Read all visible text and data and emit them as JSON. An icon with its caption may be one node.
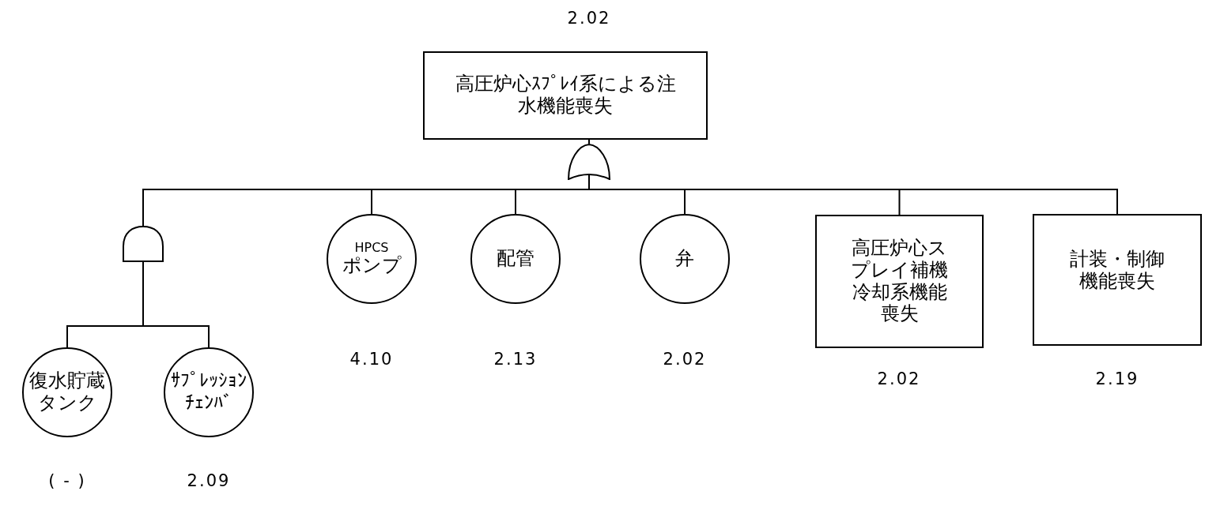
{
  "diagram": {
    "nodes": [
      {
        "text": [
          "高圧炉心ｽﾌﾟﾚｲ系による注水機能喪失"
        ],
        "beside": [
          "2.02"
        ]
      },
      {
        "text": [],
        "shape": "or-gate"
      },
      {
        "text": [],
        "shape": "and-gate"
      },
      {
        "text": [
          "復水貯蔵タンク"
        ],
        "beside": [
          "( - )"
        ]
      },
      {
        "text": [
          "ｻﾌﾟﾚｯｼｮﾝﾁｪﾝﾊﾞ"
        ],
        "beside": [
          "2.09"
        ]
      },
      {
        "text": [
          "HPCS",
          "ポンプ"
        ],
        "beside": [
          "4.10"
        ]
      },
      {
        "text": [
          "配管"
        ],
        "beside": [
          "2.13"
        ]
      },
      {
        "text": [
          "弁"
        ],
        "beside": [
          "2.02"
        ]
      },
      {
        "text": [
          "高圧炉心スプレイ補機冷却系機能喪失"
        ],
        "beside": [
          "2.02"
        ]
      },
      {
        "text": [
          "計装・制御機能喪失"
        ],
        "beside": [
          "2.19"
        ]
      }
    ],
    "edges": [
      {
        "from": 1,
        "to": 0,
        "arrow": "none"
      },
      {
        "from": 2,
        "to": 1,
        "arrow": "none"
      },
      {
        "from": 5,
        "to": 1,
        "arrow": "none"
      },
      {
        "from": 6,
        "to": 1,
        "arrow": "none"
      },
      {
        "from": 7,
        "to": 1,
        "arrow": "none"
      },
      {
        "from": 8,
        "to": 1,
        "arrow": "none"
      },
      {
        "from": 9,
        "to": 1,
        "arrow": "none"
      },
      {
        "from": 3,
        "to": 2,
        "arrow": "none"
      },
      {
        "from": 4,
        "to": 2,
        "arrow": "none"
      }
    ]
  }
}
